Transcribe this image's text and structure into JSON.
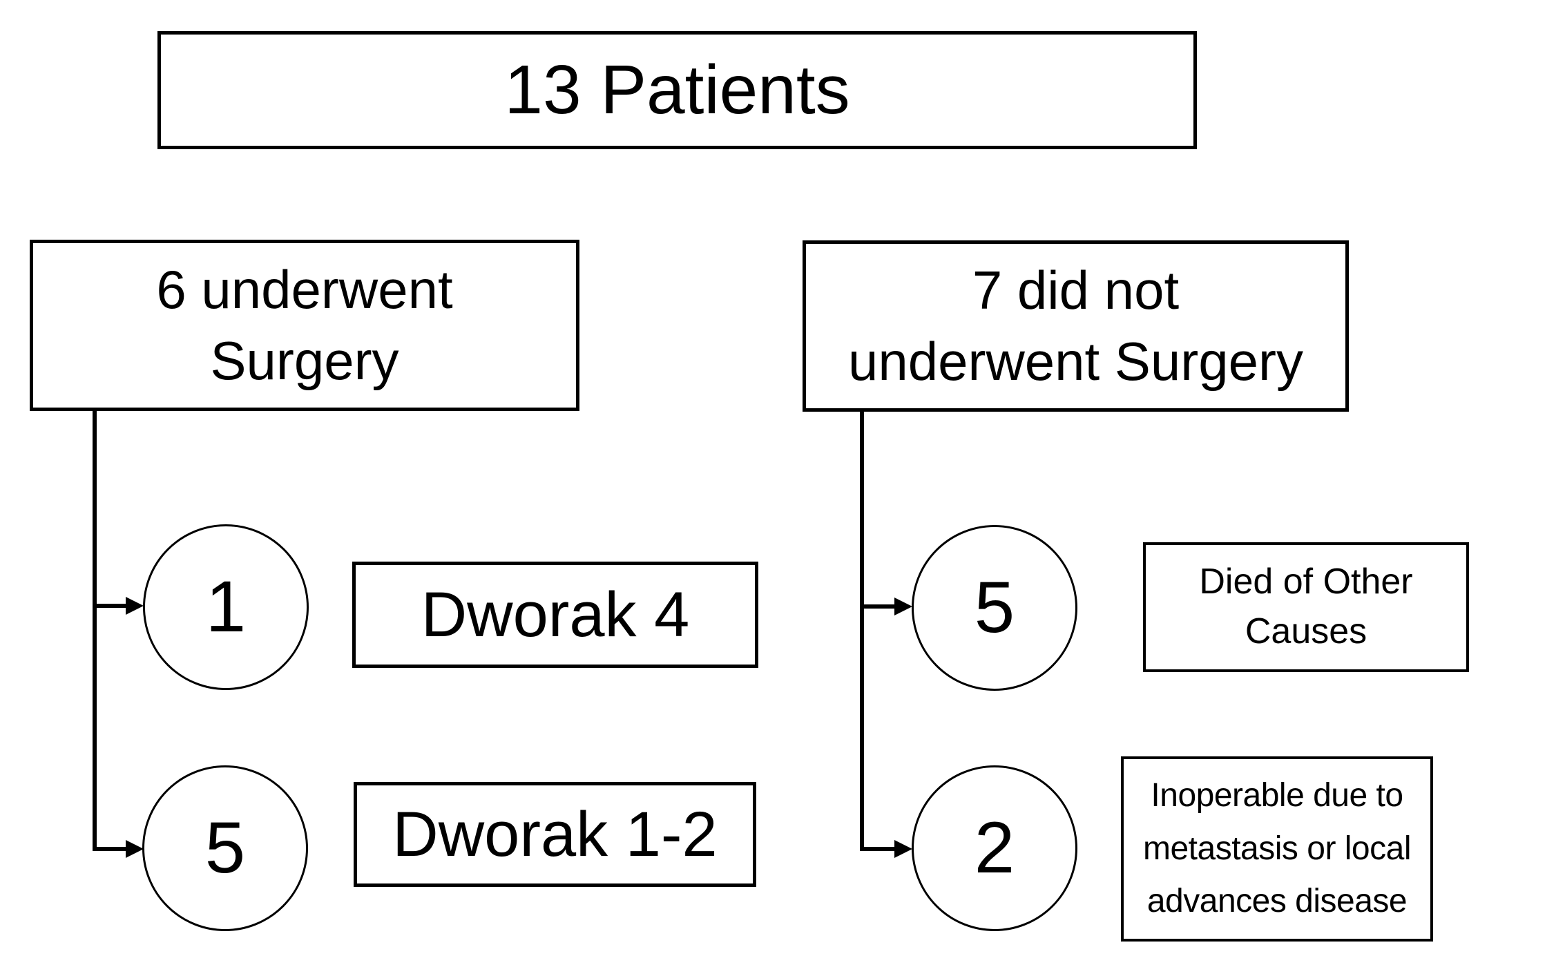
{
  "figure": {
    "background": "#ffffff",
    "stroke_color": "#000000",
    "text_color": "#000000",
    "root_box": {
      "label": "13 Patients"
    },
    "branches": {
      "surgery": {
        "lines": [
          "6 underwent",
          "Surgery"
        ],
        "outcomes": [
          {
            "count": "1",
            "lines": [
              "Dworak 4"
            ]
          },
          {
            "count": "5",
            "lines": [
              "Dworak 1-2"
            ]
          }
        ]
      },
      "no_surgery": {
        "lines": [
          "7 did not",
          "underwent Surgery"
        ],
        "outcomes": [
          {
            "count": "5",
            "lines": [
              "Died of Other",
              "Causes"
            ]
          },
          {
            "count": "2",
            "lines": [
              "Inoperable due to",
              "metastasis or local",
              "advances disease"
            ]
          }
        ]
      }
    }
  }
}
